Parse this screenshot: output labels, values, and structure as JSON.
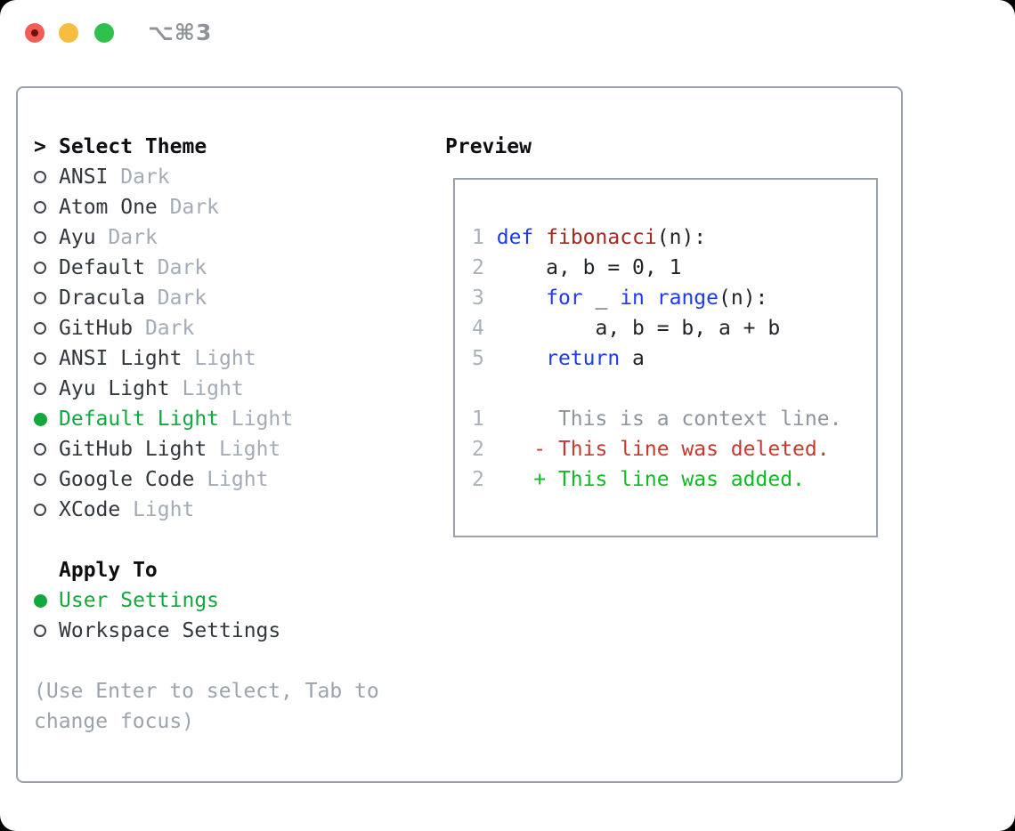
{
  "window": {
    "title": "⌥⌘3"
  },
  "theme_picker": {
    "prompt": ">",
    "title": "Select Theme",
    "items": [
      {
        "label": "ANSI",
        "tag": "Dark",
        "selected": false
      },
      {
        "label": "Atom One",
        "tag": "Dark",
        "selected": false
      },
      {
        "label": "Ayu",
        "tag": "Dark",
        "selected": false
      },
      {
        "label": "Default",
        "tag": "Dark",
        "selected": false
      },
      {
        "label": "Dracula",
        "tag": "Dark",
        "selected": false
      },
      {
        "label": "GitHub",
        "tag": "Dark",
        "selected": false
      },
      {
        "label": "ANSI Light",
        "tag": "Light",
        "selected": false
      },
      {
        "label": "Ayu Light",
        "tag": "Light",
        "selected": false
      },
      {
        "label": "Default Light",
        "tag": "Light",
        "selected": true
      },
      {
        "label": "GitHub Light",
        "tag": "Light",
        "selected": false
      },
      {
        "label": "Google Code",
        "tag": "Light",
        "selected": false
      },
      {
        "label": "XCode",
        "tag": "Light",
        "selected": false
      }
    ]
  },
  "apply_to": {
    "title": "Apply To",
    "options": [
      {
        "label": "User Settings",
        "selected": true
      },
      {
        "label": "Workspace Settings",
        "selected": false
      }
    ]
  },
  "help_text": "(Use Enter to select, Tab to change focus)",
  "preview": {
    "title": "Preview",
    "lines": [
      [
        {
          "t": "1",
          "c": "num"
        },
        {
          "t": " ",
          "c": "pln"
        },
        {
          "t": "def",
          "c": "kw"
        },
        {
          "t": " ",
          "c": "pln"
        },
        {
          "t": "fibonacci",
          "c": "fn"
        },
        {
          "t": "(n):",
          "c": "pln"
        }
      ],
      [
        {
          "t": "2",
          "c": "num"
        },
        {
          "t": "     a, b = 0, 1",
          "c": "pln"
        }
      ],
      [
        {
          "t": "3",
          "c": "num"
        },
        {
          "t": "     ",
          "c": "pln"
        },
        {
          "t": "for",
          "c": "kw"
        },
        {
          "t": " _ ",
          "c": "pln"
        },
        {
          "t": "in",
          "c": "kw"
        },
        {
          "t": " ",
          "c": "pln"
        },
        {
          "t": "range",
          "c": "kw"
        },
        {
          "t": "(n):",
          "c": "pln"
        }
      ],
      [
        {
          "t": "4",
          "c": "num"
        },
        {
          "t": "         a, b = b, a + b",
          "c": "pln"
        }
      ],
      [
        {
          "t": "5",
          "c": "num"
        },
        {
          "t": "     ",
          "c": "pln"
        },
        {
          "t": "return",
          "c": "kw"
        },
        {
          "t": " a",
          "c": "pln"
        }
      ],
      [],
      [
        {
          "t": "1",
          "c": "num"
        },
        {
          "t": "      This is a context line.",
          "c": "ctx"
        }
      ],
      [
        {
          "t": "2",
          "c": "num"
        },
        {
          "t": "    ",
          "c": "pln"
        },
        {
          "t": "- This line was deleted.",
          "c": "del"
        }
      ],
      [
        {
          "t": "2",
          "c": "num"
        },
        {
          "t": "    ",
          "c": "pln"
        },
        {
          "t": "+ This line was added.",
          "c": "add"
        }
      ]
    ]
  },
  "colors": {
    "accent_green": "#13a83e",
    "diff_added_green": "#10bb21",
    "diff_deleted_red": "#c53a2d",
    "keyword_blue": "#1e3af2",
    "function_red": "#a32a21",
    "line_number_gray": "#a9b1bb",
    "tag_gray": "#a3abb6",
    "border_gray": "#99a1ac",
    "traffic_red": "#f25e55",
    "traffic_yellow": "#f6bd3e",
    "traffic_green": "#2fc14c"
  }
}
